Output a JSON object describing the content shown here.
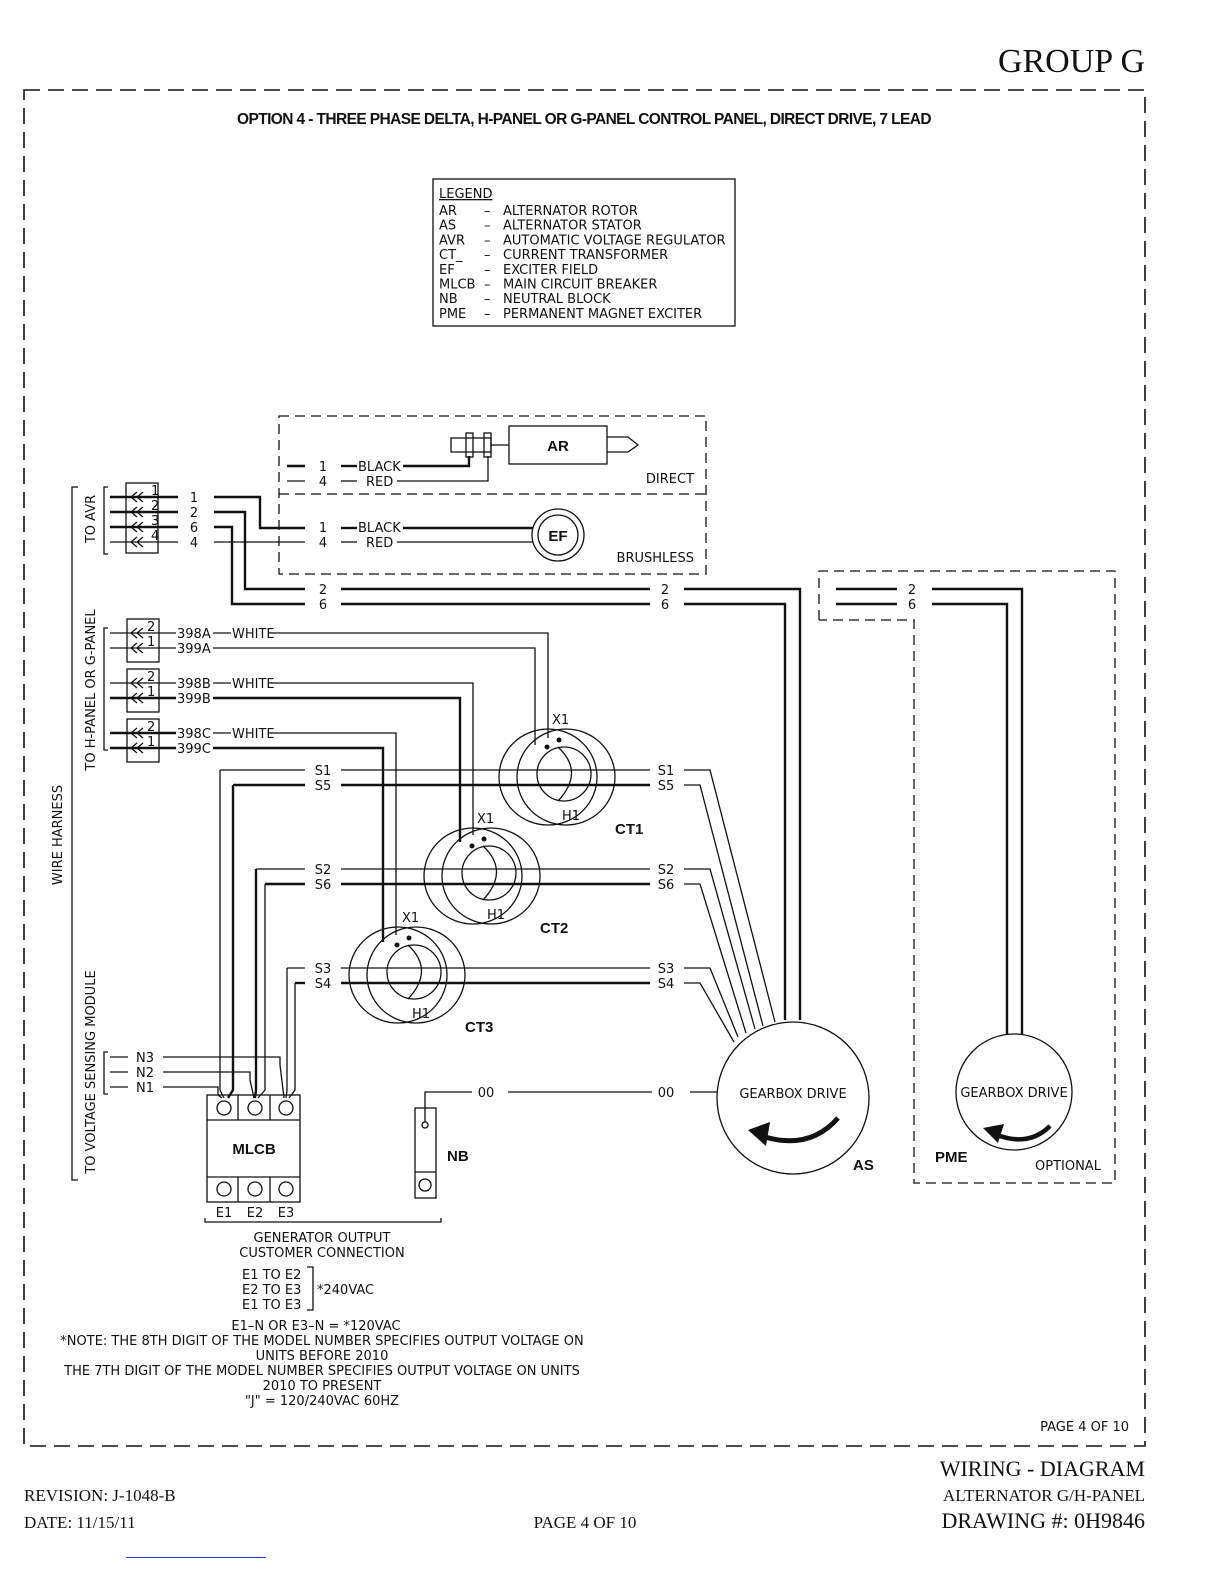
{
  "header": {
    "group": "GROUP G"
  },
  "title": "OPTION 4 - THREE PHASE DELTA, H-PANEL OR G-PANEL CONTROL PANEL, DIRECT DRIVE, 7 LEAD",
  "legend": {
    "heading": "LEGEND",
    "items": [
      {
        "abbr": "AR",
        "dash": "–",
        "desc": "ALTERNATOR ROTOR"
      },
      {
        "abbr": "AS",
        "dash": "–",
        "desc": "ALTERNATOR STATOR"
      },
      {
        "abbr": "AVR",
        "dash": "–",
        "desc": "AUTOMATIC VOLTAGE REGULATOR"
      },
      {
        "abbr": "CT_",
        "dash": "–",
        "desc": "CURRENT TRANSFORMER"
      },
      {
        "abbr": "EF",
        "dash": "–",
        "desc": "EXCITER FIELD"
      },
      {
        "abbr": "MLCB",
        "dash": "–",
        "desc": "MAIN CIRCUIT BREAKER"
      },
      {
        "abbr": "NB",
        "dash": "–",
        "desc": "NEUTRAL BLOCK"
      },
      {
        "abbr": "PME",
        "dash": "–",
        "desc": "PERMANENT MAGNET EXCITER"
      }
    ]
  },
  "harness": {
    "label": "WIRE HARNESS",
    "to_avr": "TO AVR",
    "to_panel": "TO H-PANEL OR G-PANEL",
    "to_vsm": "TO VOLTAGE SENSING MODULE",
    "avr_pins": [
      "1",
      "2",
      "3",
      "4"
    ],
    "avr_wires": [
      "1",
      "2",
      "6",
      "4"
    ],
    "ct_pins": [
      "2",
      "1"
    ],
    "ct_wires": {
      "a": [
        "398A",
        "399A"
      ],
      "b": [
        "398B",
        "399B"
      ],
      "c": [
        "398C",
        "399C"
      ]
    },
    "white": "WHITE",
    "neutral_wires": [
      "N3",
      "N2",
      "N1"
    ]
  },
  "rotor": {
    "ar_label": "AR",
    "ef_label": "EF",
    "direct_label": "DIRECT",
    "brushless_label": "BRUSHLESS",
    "wire1": "1",
    "wire4": "4",
    "black": "BLACK",
    "red": "RED"
  },
  "leads": {
    "w2": "2",
    "w6": "6"
  },
  "ct": {
    "ct1": {
      "name": "CT1",
      "x1": "X1",
      "h1": "H1",
      "wires": [
        "S1",
        "S5"
      ]
    },
    "ct2": {
      "name": "CT2",
      "x1": "X1",
      "h1": "H1",
      "wires": [
        "S2",
        "S6"
      ]
    },
    "ct3": {
      "name": "CT3",
      "x1": "X1",
      "h1": "H1",
      "wires": [
        "S3",
        "S4"
      ]
    }
  },
  "neutral": {
    "wire": "00",
    "label": "NB"
  },
  "stator": {
    "label": "AS",
    "inner": "GEARBOX DRIVE"
  },
  "pme": {
    "label": "PME",
    "inner": "GEARBOX DRIVE",
    "optional": "OPTIONAL"
  },
  "mlcb": {
    "label": "MLCB",
    "terminals": [
      "E1",
      "E2",
      "E3"
    ]
  },
  "output": {
    "title1": "GENERATOR OUTPUT",
    "title2": "CUSTOMER CONNECTION",
    "pairs": [
      "E1 TO E2",
      "E2 TO E3",
      "E1 TO E3"
    ],
    "pair_voltage": "*240VAC",
    "neutral_line": "E1–N OR E3–N = *120VAC",
    "notes": [
      "*NOTE:  THE 8TH DIGIT OF THE MODEL NUMBER SPECIFIES OUTPUT VOLTAGE ON",
      "UNITS BEFORE 2010",
      "THE 7TH DIGIT OF THE MODEL NUMBER SPECIFIES OUTPUT VOLTAGE ON UNITS",
      "2010 TO PRESENT",
      "\"J\" = 120/240VAC 60HZ"
    ]
  },
  "inner_page": "PAGE 4 OF 10",
  "footer": {
    "wiring": "WIRING - DIAGRAM",
    "revision": "REVISION: J-1048-B",
    "alternator": "ALTERNATOR G/H-PANEL",
    "date": "DATE: 11/15/11",
    "page": "PAGE 4 OF 10",
    "drawing": "DRAWING #: 0H9846"
  }
}
